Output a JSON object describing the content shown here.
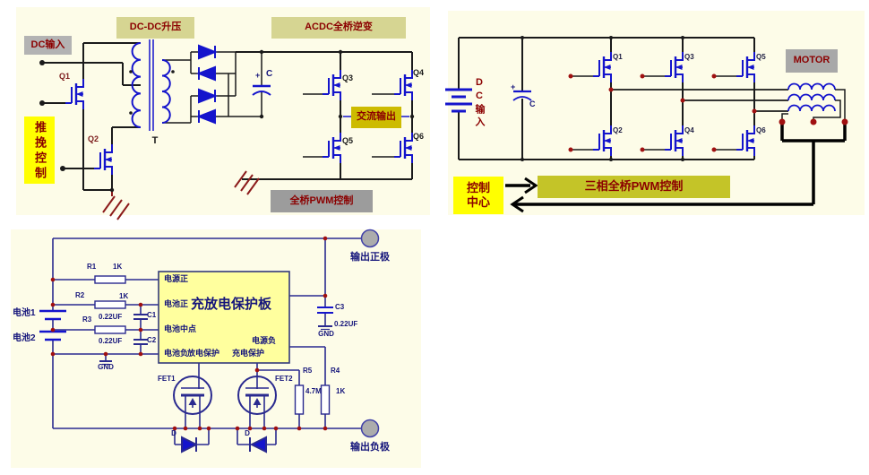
{
  "circuits": {
    "c1": {
      "input_label": "DC输入",
      "boost_label": "DC-DC升压",
      "inverter_label": "ACDC全桥逆变",
      "pushpull_label": "推挽控制",
      "ac_output_label": "交流输出",
      "pwm_label": "全桥PWM控制",
      "transformer": "T",
      "cap_polarity": "+",
      "cap": "C",
      "q1": "Q1",
      "q2": "Q2",
      "q3": "Q3",
      "q4": "Q4",
      "q5": "Q5",
      "q6": "Q6"
    },
    "c2": {
      "input_label": "DC输入",
      "cap_polarity": "+",
      "cap": "C",
      "q1": "Q1",
      "q2": "Q2",
      "q3": "Q3",
      "q4": "Q4",
      "q5": "Q5",
      "q6": "Q6",
      "motor_label": "MOTOR",
      "control_center_label": "控制\n中心",
      "pwm_label": "三相全桥PWM控制"
    },
    "c3": {
      "board_title": "充放电保护板",
      "pins": {
        "power_pos": "电源正",
        "batt_pos": "电池正",
        "batt_mid": "电池中点",
        "batt_neg": "电池负",
        "discharge": "放电保护",
        "charge": "充电保护",
        "power_neg": "电源负"
      },
      "battery1": "电池1",
      "battery2": "电池2",
      "r1": "R1",
      "r1_value": "1K",
      "r2": "R2",
      "r2_value": "1K",
      "r3": "R3",
      "r4": "R4",
      "r4_value": "1K",
      "r5": "R5",
      "r5_value": "4.7M",
      "c1": "C1",
      "c1_value": "0.22UF",
      "c2": "C2",
      "c2_value": "0.22UF",
      "c3": "C3",
      "c3_value": "0.22UF",
      "fet1": "FET1",
      "fet2": "FET2",
      "diode1": "D",
      "diode2": "D",
      "gnd1": "GND",
      "gnd2": "GND",
      "output_positive": "输出正极",
      "output_negative": "输出负极"
    }
  },
  "colors": {
    "circuit_background": "#FDFCE8",
    "label_khaki": "#D6D592",
    "label_yellow": "#FFFF00",
    "label_gold": "#CDBB00",
    "label_olive": "#C4C428",
    "label_gray": "#ACACAC",
    "text_dark_red": "#8B0000",
    "text_navy": "#15157B",
    "wire_blue": "#1414CC",
    "wire_black": "#1A1A1A",
    "wire_navy": "#2A2A8F",
    "junction_dot_red": "#A01010"
  }
}
